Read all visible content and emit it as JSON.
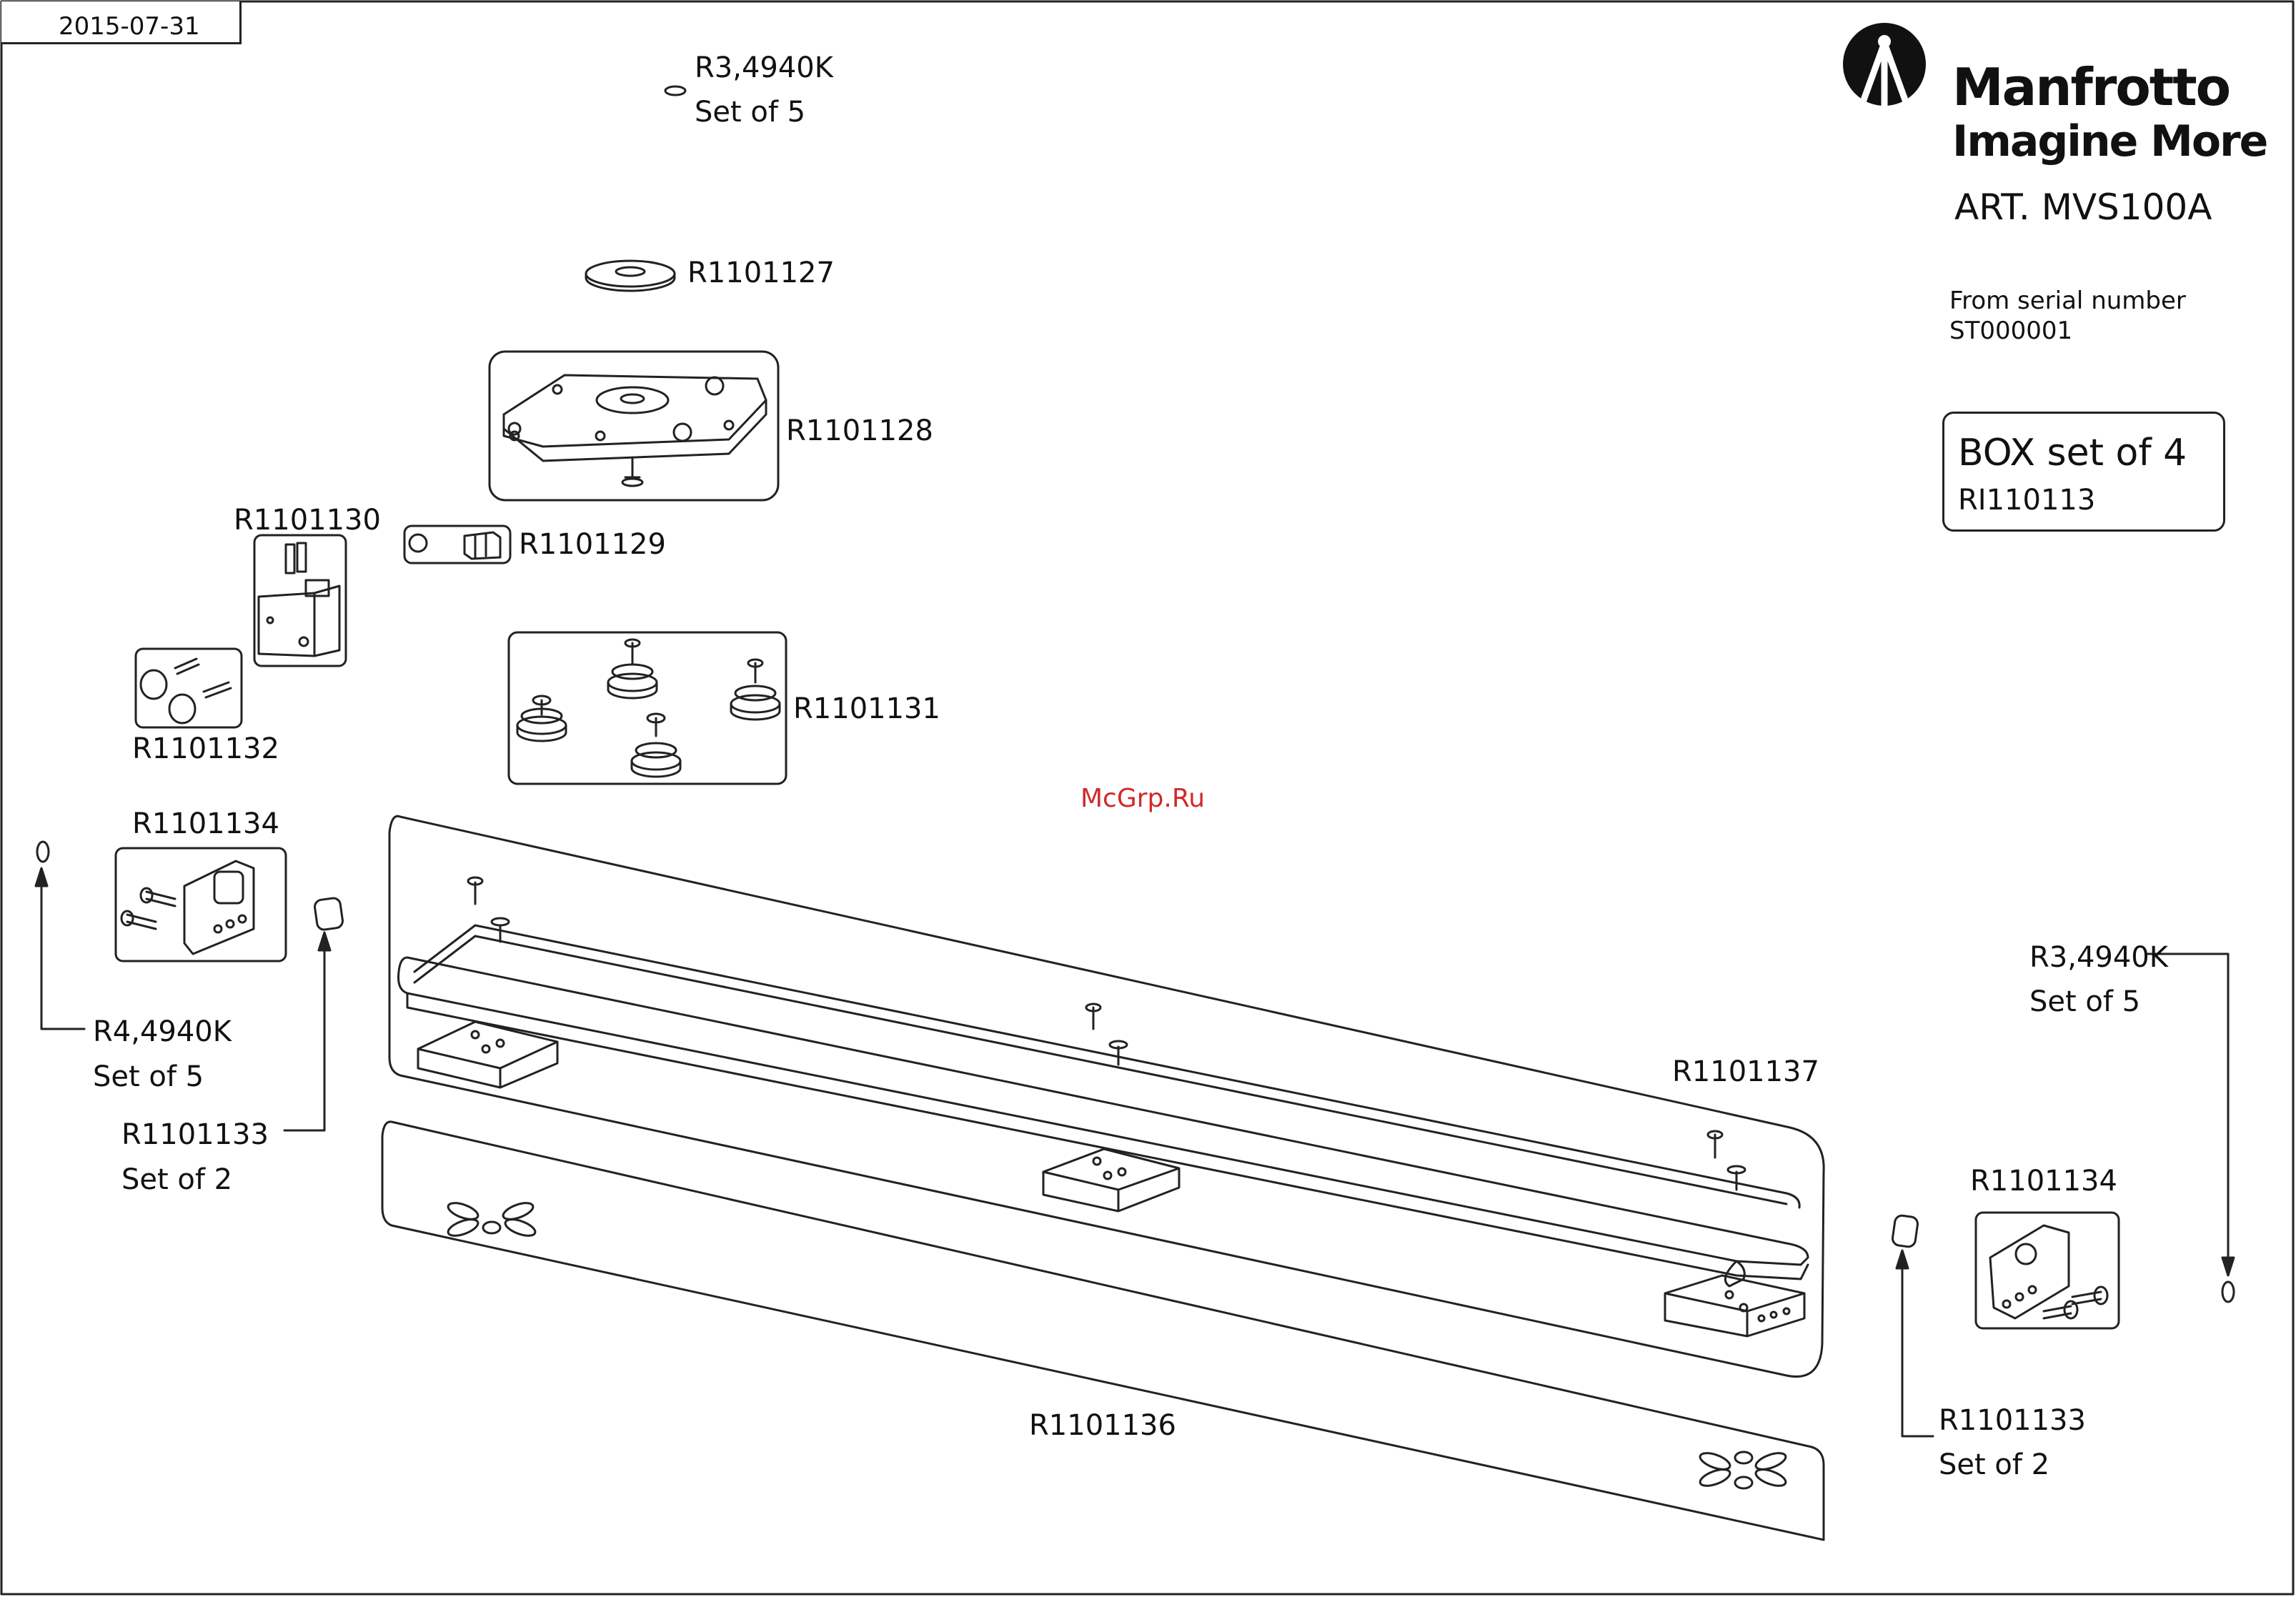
{
  "header": {
    "date": "2015-07-31",
    "brand_name": "Manfrotto",
    "brand_tagline": "Imagine More",
    "article": "ART. MVS100A",
    "serial_line1": "From serial number",
    "serial_line2": "ST000001",
    "box_title": "BOX set of 4",
    "box_code": "RI110113"
  },
  "watermark": "McGrp.Ru",
  "parts": {
    "washer_top": {
      "code": "R3,4940K",
      "qty": "Set of 5"
    },
    "washer_big": {
      "code": "R1101127"
    },
    "plate": {
      "code": "R1101128"
    },
    "lock_small": {
      "code": "R1101129"
    },
    "lock_block": {
      "code": "R1101130"
    },
    "rollers": {
      "code": "R1101131"
    },
    "knob_screws": {
      "code": "R1101132"
    },
    "end_cap_left": {
      "code": "R1101134"
    },
    "washer_left": {
      "code": "R4,4940K",
      "qty": "Set of 5"
    },
    "pad_left": {
      "code": "R1101133",
      "qty": "Set of 2"
    },
    "rail": {
      "code": "R1101137"
    },
    "base_rail": {
      "code": "R1101136"
    },
    "washer_right": {
      "code": "R3,4940K",
      "qty": "Set of 5"
    },
    "end_cap_right": {
      "code": "R1101134"
    },
    "pad_right": {
      "code": "R1101133",
      "qty": "Set of 2"
    }
  }
}
